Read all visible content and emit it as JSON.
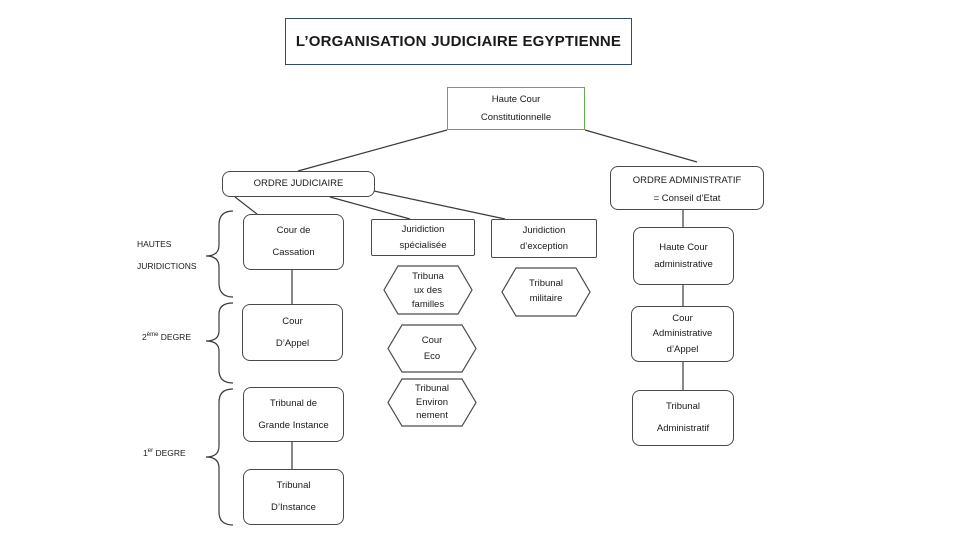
{
  "title": "L’ORGANISATION JUDICIAIRE EGYPTIENNE",
  "top": {
    "line1": "Haute Cour",
    "line2": "Constitutionnelle"
  },
  "ordre_judiciaire": "ORDRE JUDICIAIRE",
  "ordre_administratif": {
    "line1": "ORDRE ADMINISTRATIF",
    "line2": "= Conseil d’Etat"
  },
  "judiciaire": {
    "cassation": {
      "line1": "Cour de",
      "line2": "Cassation"
    },
    "appel": {
      "line1": "Cour",
      "line2": "D’Appel"
    },
    "grande_instance": {
      "line1": "Tribunal de",
      "line2": "Grande Instance"
    },
    "instance": {
      "line1": "Tribunal",
      "line2": "D’Instance"
    }
  },
  "specialisee": {
    "header": {
      "line1": "Juridiction",
      "line2": "spécialisée"
    },
    "familles": {
      "line1": "Tribuna",
      "line2": "ux des",
      "line3": "familles"
    },
    "eco": {
      "line1": "Cour",
      "line2": "Eco"
    },
    "environnement": {
      "line1": "Tribunal",
      "line2": "Environ",
      "line3": "nement"
    }
  },
  "exception": {
    "header": {
      "line1": "Juridiction",
      "line2": "d’exception"
    },
    "militaire": {
      "line1": "Tribunal",
      "line2": "militaire"
    }
  },
  "administratif": {
    "haute_cour": {
      "line1": "Haute Cour",
      "line2": "administrative"
    },
    "cour_appel": {
      "line1": "Cour",
      "line2": "Administrative",
      "line3": "d’Appel"
    },
    "tribunal": {
      "line1": "Tribunal",
      "line2": "Administratif"
    }
  },
  "levels": {
    "hautes": {
      "line1": "HAUTES",
      "line2": "JURIDICTIONS"
    },
    "second": {
      "num": "2",
      "sup": "ème",
      "label": " DEGRE"
    },
    "first": {
      "num": "1",
      "sup": "er",
      "label": " DEGRE"
    }
  }
}
